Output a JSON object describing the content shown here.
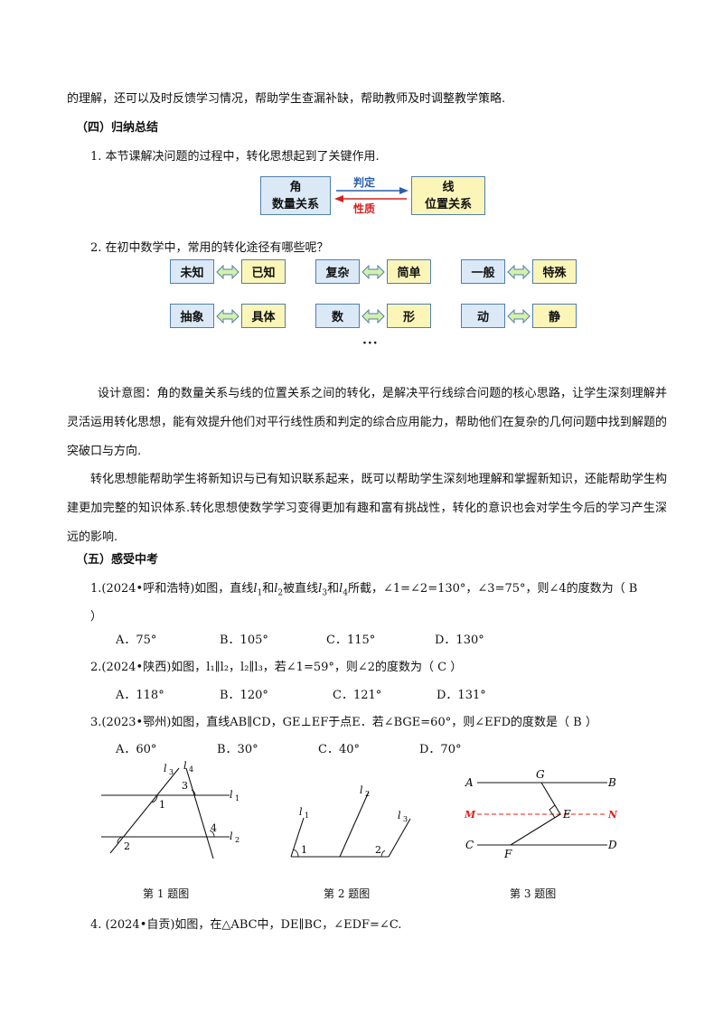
{
  "top_line": "的理解，还可以及时反馈学习情况，帮助学生查漏补缺，帮助教师及时调整教学策略.",
  "section4": {
    "heading": "（四）归纳总结",
    "item1": "1. 本节课解决问题的过程中，转化思想起到了关键作用.",
    "diagram": {
      "left_box": [
        "角",
        "数量关系"
      ],
      "right_box": [
        "线",
        "位置关系"
      ],
      "arrow_top_label": "判定",
      "arrow_bottom_label": "性质"
    },
    "item2": "2. 在初中数学中，常用的转化途径有哪些呢？",
    "pairs": [
      {
        "left": "未知",
        "right": "已知"
      },
      {
        "left": "复杂",
        "right": "简单"
      },
      {
        "left": "一般",
        "right": "特殊"
      },
      {
        "left": "抽象",
        "right": "具体"
      },
      {
        "left": "数",
        "right": "形"
      },
      {
        "left": "动",
        "right": "静"
      }
    ],
    "ellipsis": "···"
  },
  "design_intent": {
    "para1": "设计意图：角的数量关系与线的位置关系之间的转化，是解决平行线综合问题的核心思路，让学生深刻理解并灵活运用转化思想，能有效提升他们对平行线性质和判定的综合应用能力，帮助他们在复杂的几何问题中找到解题的突破口与方向.",
    "para2": "转化思想能帮助学生将新知识与已有知识联系起来，既可以帮助学生深刻地理解和掌握新知识，还能帮助学生构建更加完整的知识体系.转化思想使数学学习变得更加有趣和富有挑战性，转化的意识也会对学生今后的学习产生深远的影响."
  },
  "section5": {
    "heading": "（五）感受中考",
    "q1": {
      "text_a": "1.(2024•呼和浩特)如图，直线",
      "l1": "l",
      "s1": "1",
      "and1": "和",
      "l2": "l",
      "s2": "2",
      "mid": "被直线",
      "l3": "l",
      "s3": "3",
      "and2": "和",
      "l4": "l",
      "s4": "4",
      "tail": "所截，∠1=∠2=130°，∠3=75°，则∠4的度数为（  B",
      "close": "）",
      "options": [
        "A．75°",
        "B．105°",
        "C．115°",
        "D．130°"
      ]
    },
    "q2": {
      "text": "2.(2024•陕西)如图，l₁∥l₂，l₂∥l₃，若∠1=59°，则∠2的度数为（  C  ）",
      "options": [
        "A．118°",
        "B．120°",
        "C．121°",
        "D．131°"
      ]
    },
    "q3": {
      "text": "3.(2023•鄂州)如图，直线AB∥CD，GE⊥EF于点E．若∠BGE=60°，则∠EFD的度数是（  B  ）",
      "options": [
        "A．60°",
        "B．30°",
        "C．40°",
        "D．70°"
      ]
    },
    "captions": [
      "第 1 题图",
      "第 2 题图",
      "第 3 题图"
    ],
    "q4": "4. (2024•自贡)如图，在△ABC中，DE∥BC，∠EDF=∠C."
  },
  "figure1": {
    "labels": [
      "l",
      "3",
      "l",
      "4",
      "l",
      "1",
      "l",
      "2",
      "1",
      "2",
      "3",
      "4"
    ]
  },
  "figure2": {
    "labels": [
      "l",
      "2",
      "l",
      "1",
      "l",
      "3",
      "1",
      "2"
    ]
  },
  "figure3": {
    "labels": [
      "A",
      "G",
      "B",
      "M",
      "E",
      "N",
      "C",
      "F",
      "D"
    ],
    "dashed_color": "#e0201b"
  },
  "colors": {
    "box_blue": "#dbe9f7",
    "box_yellow": "#fbf5b8",
    "border": "#4f7fb0",
    "arrow_blue": "#2a5fa8",
    "arrow_red": "#d42020"
  }
}
